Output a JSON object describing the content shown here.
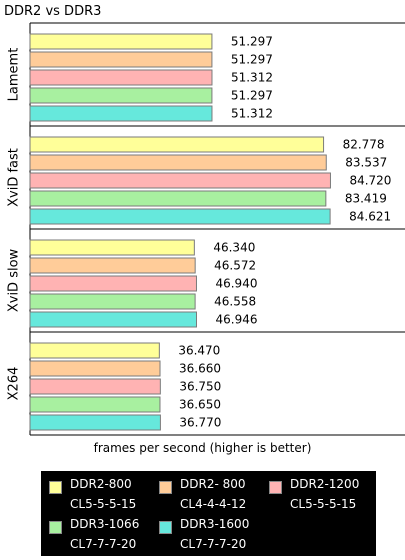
{
  "chart_data": {
    "type": "bar",
    "orientation": "horizontal",
    "title": "DDR2 vs DDR3",
    "xlabel": "frames per second (higher is better)",
    "ylabel": "",
    "xlim": [
      0,
      86
    ],
    "grid": false,
    "legend_placement": "bottom",
    "categories": [
      "Lamemt",
      "XviD fast",
      "XviD slow",
      "X264"
    ],
    "series": [
      {
        "name": "DDR2-800 CL5-5-5-15",
        "label_lines": [
          "DDR2-800",
          "CL5-5-5-15"
        ],
        "color": "#ffff99",
        "values": [
          51.297,
          82.778,
          46.34,
          36.47
        ],
        "labels": [
          "51.297",
          "82.778",
          "46.340",
          "36.470"
        ]
      },
      {
        "name": "DDR2- 800 CL4-4-4-12",
        "label_lines": [
          "DDR2- 800",
          "CL4-4-4-12"
        ],
        "color": "#ffcc99",
        "values": [
          51.297,
          83.537,
          46.572,
          36.66
        ],
        "labels": [
          "51.297",
          "83.537",
          "46.572",
          "36.660"
        ]
      },
      {
        "name": "DDR2-1200 CL5-5-5-15",
        "label_lines": [
          "DDR2-1200",
          "CL5-5-5-15"
        ],
        "color": "#ffb3b3",
        "values": [
          51.312,
          84.72,
          46.94,
          36.75
        ],
        "labels": [
          "51.312",
          "84.720",
          "46.940",
          "36.750"
        ]
      },
      {
        "name": "DDR3-1066 CL7-7-7-20",
        "label_lines": [
          "DDR3-1066",
          "CL7-7-7-20"
        ],
        "color": "#a8f0a0",
        "values": [
          51.297,
          83.419,
          46.558,
          36.65
        ],
        "labels": [
          "51.297",
          "83.419",
          "46.558",
          "36.650"
        ]
      },
      {
        "name": "DDR3-1600 CL7-7-7-20",
        "label_lines": [
          "DDR3-1600",
          "CL7-7-7-20"
        ],
        "color": "#66e8dc",
        "values": [
          51.312,
          84.621,
          46.946,
          36.77
        ],
        "labels": [
          "51.312",
          "84.621",
          "46.946",
          "36.770"
        ]
      }
    ]
  }
}
